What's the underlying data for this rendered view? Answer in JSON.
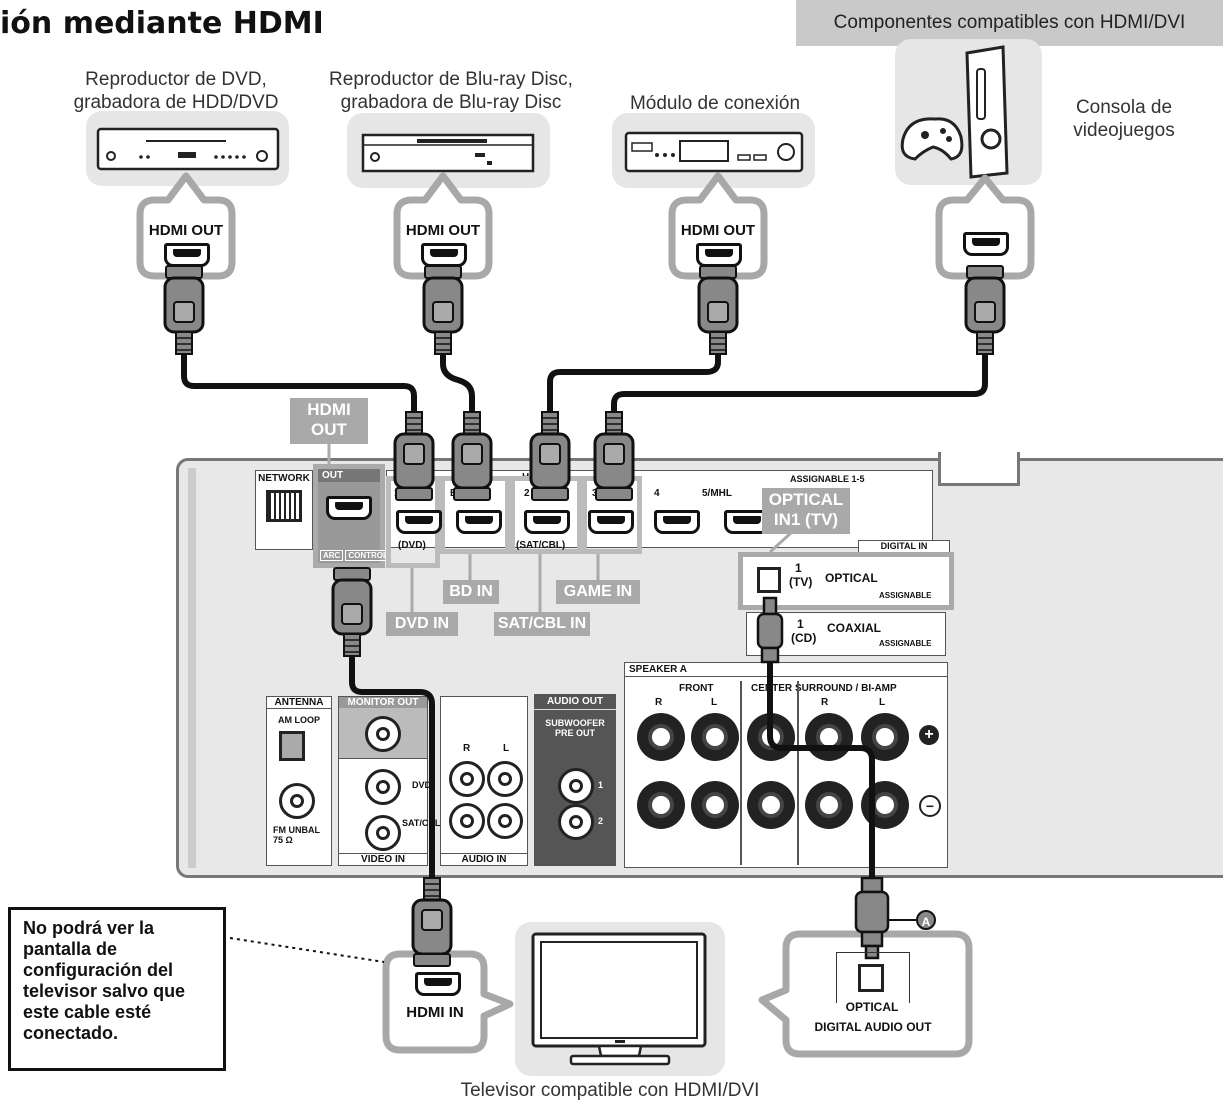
{
  "title": "ión mediante HDMI",
  "compatible_banner": "Componentes compatibles con HDMI/DVI",
  "devices": {
    "dvd": "Reproductor de DVD, grabadora de HDD/DVD",
    "bluray": "Reproductor de Blu-ray Disc, grabadora de Blu-ray Disc",
    "module": "Módulo de conexión",
    "console": "Consola de videojuegos",
    "tv": "Televisor compatible con HDMI/DVI"
  },
  "ports": {
    "hdmi_out": "HDMI OUT",
    "hdmi_in": "HDMI IN",
    "optical": "OPTICAL",
    "digital_audio_out": "DIGITAL AUDIO OUT"
  },
  "tags": {
    "hdmi_out": "HDMI OUT",
    "optical_in": "OPTICAL IN1 (TV)",
    "dvd_in": "DVD IN",
    "bd_in": "BD IN",
    "sat_in": "SAT/CBL IN",
    "game_in": "GAME IN"
  },
  "panel": {
    "network": "NETWORK",
    "out": "OUT",
    "arc": "ARC",
    "control": "CONTROL",
    "in1": "1",
    "in1_sub": "(DVD)",
    "bd": "BD",
    "in2": "2",
    "in2_sub": "(SAT/CBL)",
    "in3": "3",
    "in4": "4",
    "in5": "5/MHL",
    "hdmi_partial": "H",
    "assignable_range": "ASSIGNABLE 1-5",
    "digital_in": "DIGITAL IN",
    "opt_num": "1",
    "opt_tv": "(TV)",
    "opt_label": "OPTICAL",
    "assignable": "ASSIGNABLE",
    "coax_num": "1",
    "coax_cd": "(CD)",
    "coax_label": "COAXIAL",
    "speaker_a": "SPEAKER A",
    "front": "FRONT",
    "center": "CENTER",
    "surround": "SURROUND / BI-AMP",
    "r": "R",
    "l": "L",
    "antenna": "ANTENNA",
    "am_loop": "AM LOOP",
    "fm": "FM UNBAL 75 Ω",
    "monitor_out": "MONITOR OUT",
    "dvd": "DVD",
    "sat": "SAT/CBL",
    "video_in": "VIDEO IN",
    "audio_in": "AUDIO IN",
    "audio_out": "AUDIO OUT",
    "subwoofer": "SUBWOOFER PRE OUT",
    "sub1": "1",
    "sub2": "2",
    "plus": "+",
    "minus": "−"
  },
  "marker_a": "A",
  "note": "No podrá ver la pantalla de configuración del televisor salvo que este cable esté conectado."
}
